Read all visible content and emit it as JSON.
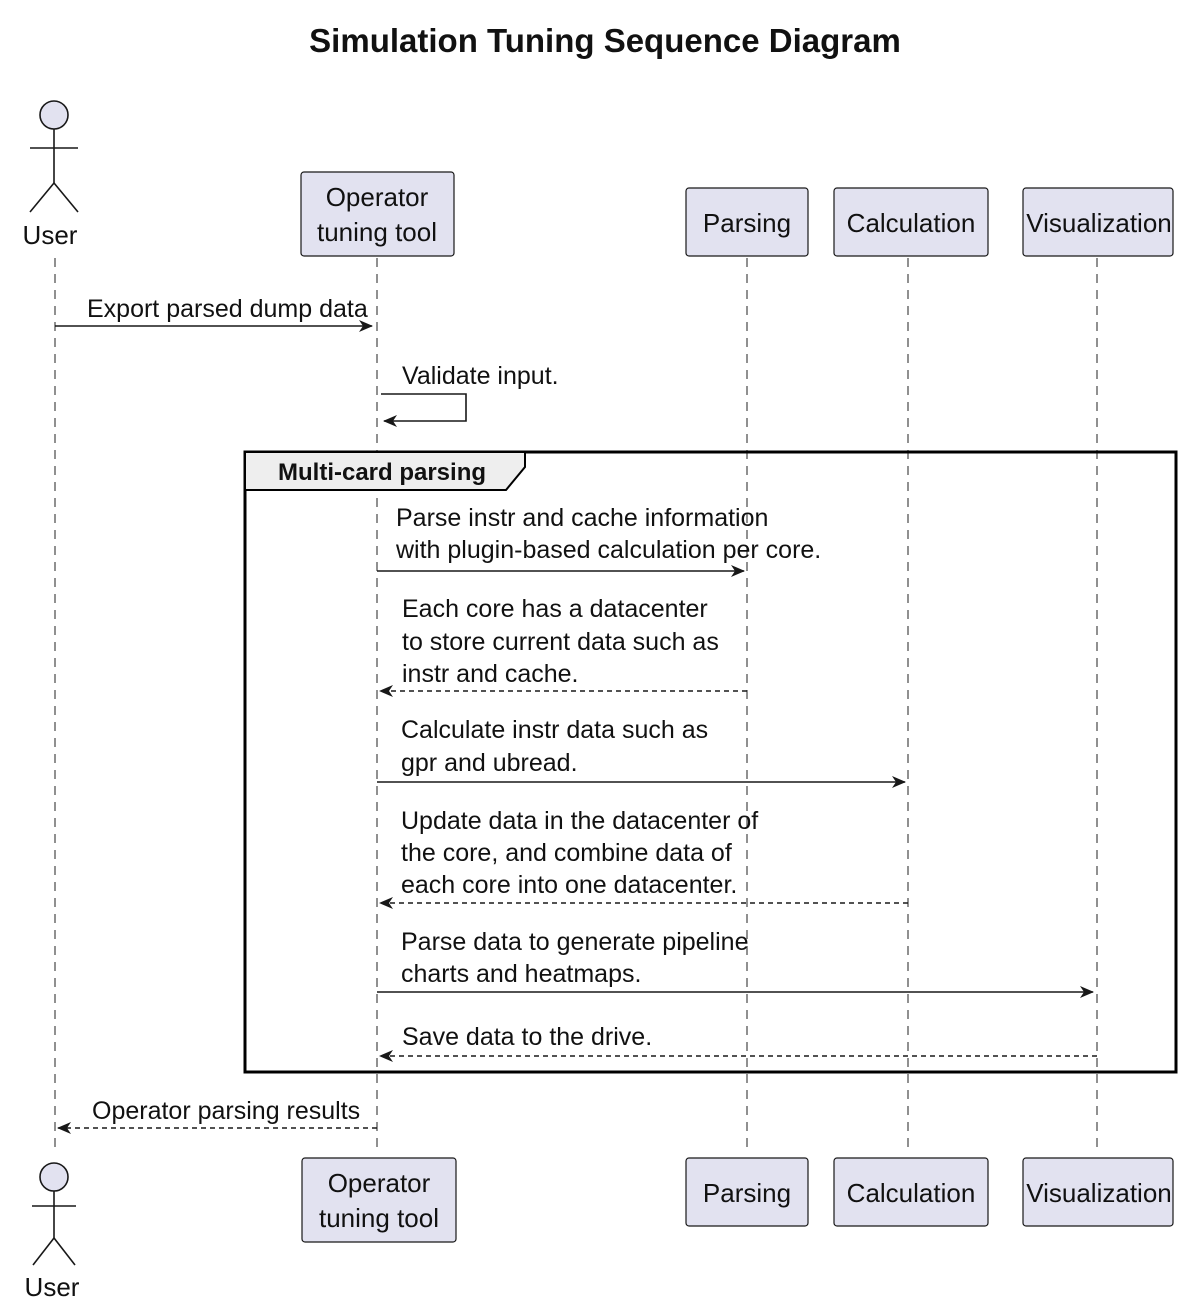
{
  "title": "Simulation Tuning Sequence Diagram",
  "participants": [
    {
      "id": "user",
      "type": "actor",
      "label": [
        "User"
      ]
    },
    {
      "id": "tool",
      "type": "participant",
      "label": [
        "Operator",
        "tuning tool"
      ]
    },
    {
      "id": "parsing",
      "type": "participant",
      "label": [
        "Parsing"
      ]
    },
    {
      "id": "calculation",
      "type": "participant",
      "label": [
        "Calculation"
      ]
    },
    {
      "id": "visualization",
      "type": "participant",
      "label": [
        "Visualization"
      ]
    }
  ],
  "frame": {
    "label": "Multi-card parsing"
  },
  "messages": [
    {
      "from": "user",
      "to": "tool",
      "style": "solid",
      "text": [
        "Export parsed dump data"
      ]
    },
    {
      "from": "tool",
      "to": "tool",
      "style": "solid",
      "text": [
        "Validate input."
      ]
    },
    {
      "from": "tool",
      "to": "parsing",
      "style": "solid",
      "text": [
        "Parse instr and cache information",
        "with plugin-based calculation per core."
      ]
    },
    {
      "from": "parsing",
      "to": "tool",
      "style": "dashed",
      "text": [
        "Each core has a datacenter",
        "to store current data such as",
        "instr and cache."
      ]
    },
    {
      "from": "tool",
      "to": "calculation",
      "style": "solid",
      "text": [
        "Calculate instr data such as",
        "gpr and ubread."
      ]
    },
    {
      "from": "calculation",
      "to": "tool",
      "style": "dashed",
      "text": [
        "Update data in the datacenter of",
        "the core, and combine data of",
        "each core into one datacenter."
      ]
    },
    {
      "from": "tool",
      "to": "visualization",
      "style": "solid",
      "text": [
        "Parse data to generate pipeline",
        "charts and heatmaps."
      ]
    },
    {
      "from": "visualization",
      "to": "tool",
      "style": "dashed",
      "text": [
        "Save data to the drive."
      ]
    },
    {
      "from": "tool",
      "to": "user",
      "style": "dashed",
      "text": [
        "Operator parsing results"
      ]
    }
  ]
}
